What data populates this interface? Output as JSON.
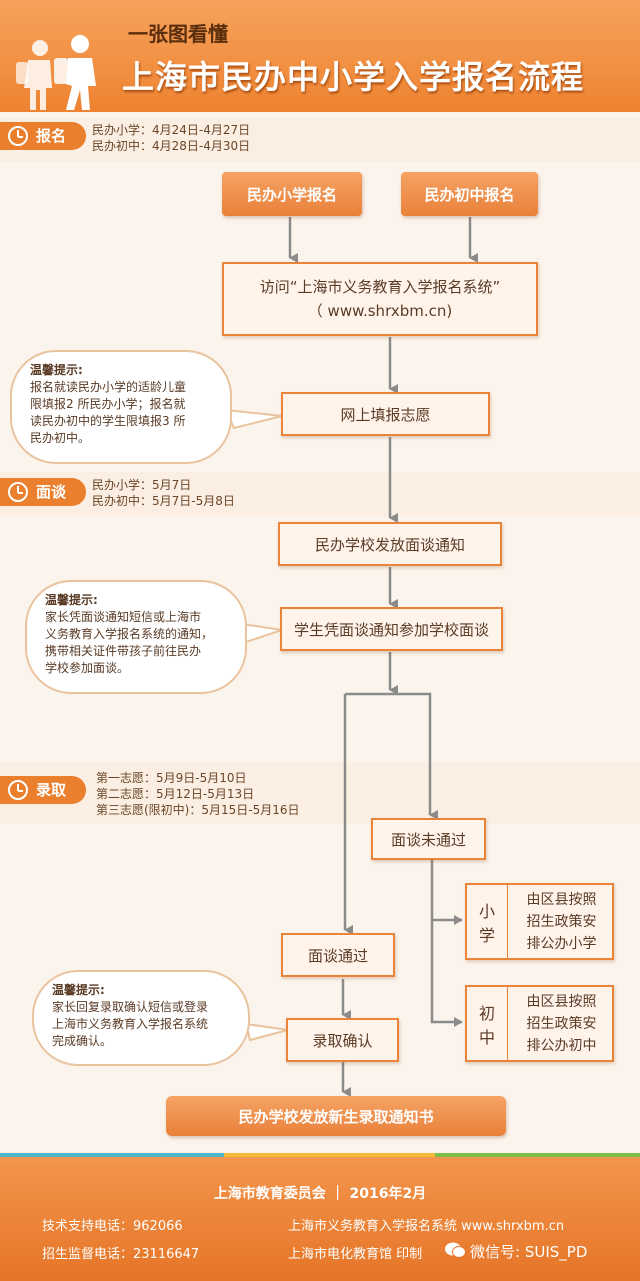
{
  "header": {
    "subtitle": "一张图看懂",
    "title": "上海市民办中小学入学报名流程"
  },
  "sections": {
    "signup": {
      "tag": "报名",
      "line1": "民办小学：4月24日-4月27日",
      "line2": "民办初中：4月28日-4月30日"
    },
    "interview": {
      "tag": "面谈",
      "line1": "民办小学：5月7日",
      "line2": "民办初中：5月7日-5月8日"
    },
    "admission": {
      "tag": "录取",
      "line1": "第一志愿：5月9日-5月10日",
      "line2": "第二志愿：5月12日-5月13日",
      "line3": "第三志愿(限初中)：5月15日-5月16日"
    }
  },
  "nodes": {
    "primary_signup": "民办小学报名",
    "middle_signup": "民办初中报名",
    "visit_line1": "访问“上海市义务教育入学报名系统”",
    "visit_line2": "（ www.shrxbm.cn)",
    "fill_online": "网上填报志愿",
    "notify": "民办学校发放面谈通知",
    "attend": "学生凭面谈通知参加学校面谈",
    "fail": "面谈未通过",
    "pass": "面谈通过",
    "confirm": "录取确认",
    "final": "民办学校发放新生录取通知书",
    "primary_label": [
      "小",
      "学"
    ],
    "primary_text": [
      "由区县按照",
      "招生政策安",
      "排公办小学"
    ],
    "middle_label": [
      "初",
      "中"
    ],
    "middle_text": [
      "由区县按照",
      "招生政策安",
      "排公办初中"
    ]
  },
  "tips": {
    "title": "温馨提示:",
    "tip1": [
      "报名就读民办小学的适龄儿童",
      "限填报2 所民办小学；报名就",
      "读民办初中的学生限填报3 所",
      "民办初中。"
    ],
    "tip2": [
      "家长凭面谈通知短信或上海市",
      "义务教育入学报名系统的通知，",
      "携带相关证件带孩子前往民办",
      "学校参加面谈。"
    ],
    "tip3": [
      "家长回复录取确认短信或登录",
      "上海市义务教育入学报名系统",
      "完成确认。"
    ]
  },
  "footer": {
    "org": "上海市教育委员会 ｜ 2016年2月",
    "tech": "技术支持电话：962066",
    "system": "上海市义务教育入学报名系统 www.shrxbm.cn",
    "supervise": "招生监督电话：23116647",
    "publisher": "上海市电化教育馆 印制",
    "wechat": "微信号: SUIS_PD"
  },
  "colors": {
    "accent": "#e9813a",
    "text": "#5a3b26",
    "band": "#fbeee2"
  }
}
